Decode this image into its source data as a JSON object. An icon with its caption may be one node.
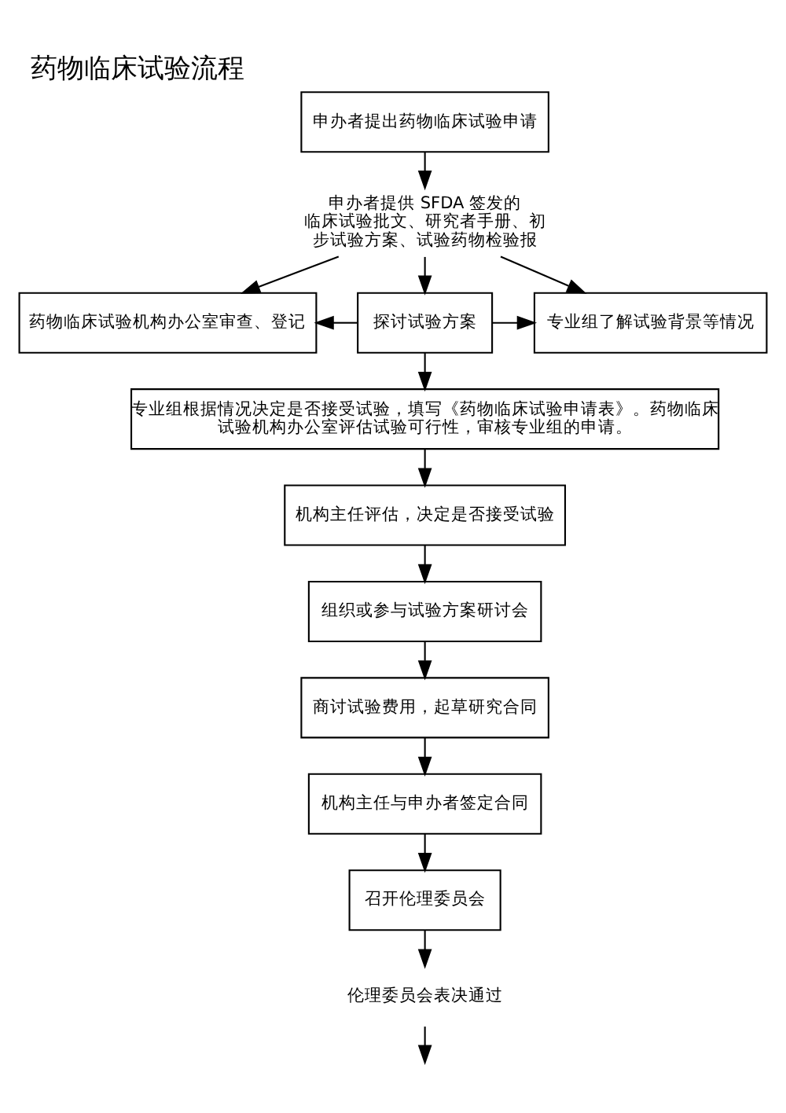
{
  "diagram": {
    "title": "药物临床试验流程",
    "nodes": [
      {
        "text": [
          "申办者提出药物临床试验申请"
        ]
      },
      {
        "text": [
          "申办者提供 SFDA 签发的临床试验批文、研究者手册、初步试验方案、试验药物检验报"
        ]
      },
      {
        "text": [
          "药物临床试验机构办公室审查、登记"
        ]
      },
      {
        "text": [
          "探讨试验方案"
        ]
      },
      {
        "text": [
          "专业组了解试验背景等情况"
        ]
      },
      {
        "text": [
          "专业组根据情况决定是否接受试验，填写《药物临床试验申请表》。药物临床试验机构办公室评估试验可行性，审核专业组的申请。"
        ]
      },
      {
        "text": [
          "机构主任评估，决定是否接受试验"
        ]
      },
      {
        "text": [
          "组织或参与试验方案研讨会"
        ]
      },
      {
        "text": [
          "商讨试验费用，起草研究合同"
        ]
      },
      {
        "text": [
          "机构主任与申办者签定合同"
        ]
      },
      {
        "text": [
          "召开伦理委员会"
        ]
      },
      {
        "text": [
          "伦理委员会表决通过"
        ]
      }
    ],
    "edges": [
      {
        "from": 0,
        "to": 1,
        "arrow": "to"
      },
      {
        "from": 1,
        "to": 2,
        "arrow": "to"
      },
      {
        "from": 1,
        "to": 3,
        "arrow": "to"
      },
      {
        "from": 1,
        "to": 4,
        "arrow": "to"
      },
      {
        "from": 3,
        "to": 2,
        "arrow": "to"
      },
      {
        "from": 3,
        "to": 4,
        "arrow": "to"
      },
      {
        "from": 3,
        "to": 5,
        "arrow": "to"
      },
      {
        "from": 5,
        "to": 6,
        "arrow": "to"
      },
      {
        "from": 6,
        "to": 7,
        "arrow": "to"
      },
      {
        "from": 7,
        "to": 8,
        "arrow": "to"
      },
      {
        "from": 8,
        "to": 9,
        "arrow": "to"
      },
      {
        "from": 9,
        "to": 10,
        "arrow": "to"
      },
      {
        "from": 10,
        "to": 11,
        "arrow": "to"
      },
      {
        "from": 11,
        "to": null,
        "arrow": "to"
      }
    ]
  }
}
